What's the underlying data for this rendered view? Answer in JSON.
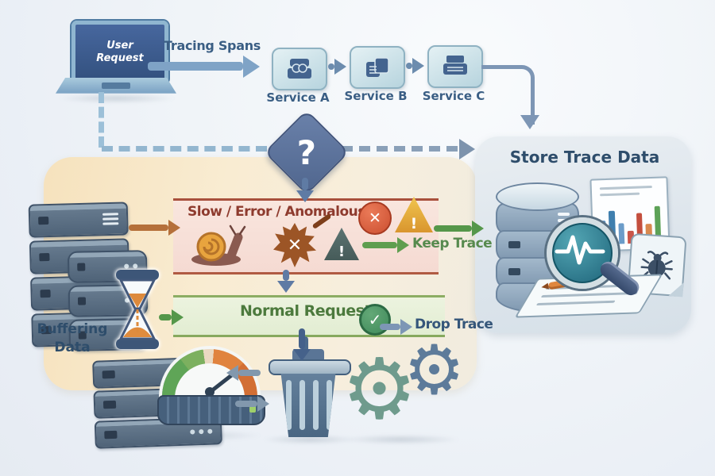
{
  "colors": {
    "background": "#f0f4f8",
    "warm_panel": "#f8e8c9",
    "store_panel": "#dfe7ed",
    "red_band_bg": "#f8e3dc",
    "red_band_border": "#a8503c",
    "green_band_bg": "#e9f1db",
    "green_band_border": "#86a95e",
    "arrow_blue": "#7d96b5",
    "arrow_green": "#5f9e4f",
    "arrow_orange": "#b5703a",
    "text_dark_blue": "#33536f",
    "text_red": "#8e3b2e",
    "text_green": "#4c7a3d"
  },
  "laptop": {
    "screen_label": "User Request"
  },
  "flow": {
    "tracing_label": "Tracing Spans",
    "services": [
      "Service A",
      "Service B",
      "Service C"
    ]
  },
  "decision": {
    "mark": "?"
  },
  "store": {
    "title": "Store Trace Data",
    "chart_bars": [
      "height:30px;background:#5b8fc0",
      "height:42px;background:#3f7fae",
      "height:26px;background:#6b9cc9",
      "height:16px;background:#c9564a",
      "height:38px;background:#c44f3e",
      "height:24px;background:#d9894e",
      "height:46px;background:#5da257"
    ]
  },
  "slow_band": {
    "label": "Slow / Error / Anomalous",
    "keep_label": "Keep Trace",
    "splat_mark": "✕",
    "alert_mark": "!",
    "error_mark": "✕",
    "warning_mark": "!"
  },
  "normal_band": {
    "label": "Normal Request",
    "check_mark": "✓",
    "drop_label": "Drop Trace"
  },
  "buffering": {
    "line1": "Buffering",
    "line2": "Data"
  },
  "icons": {
    "gear_glyph": "⚙"
  }
}
